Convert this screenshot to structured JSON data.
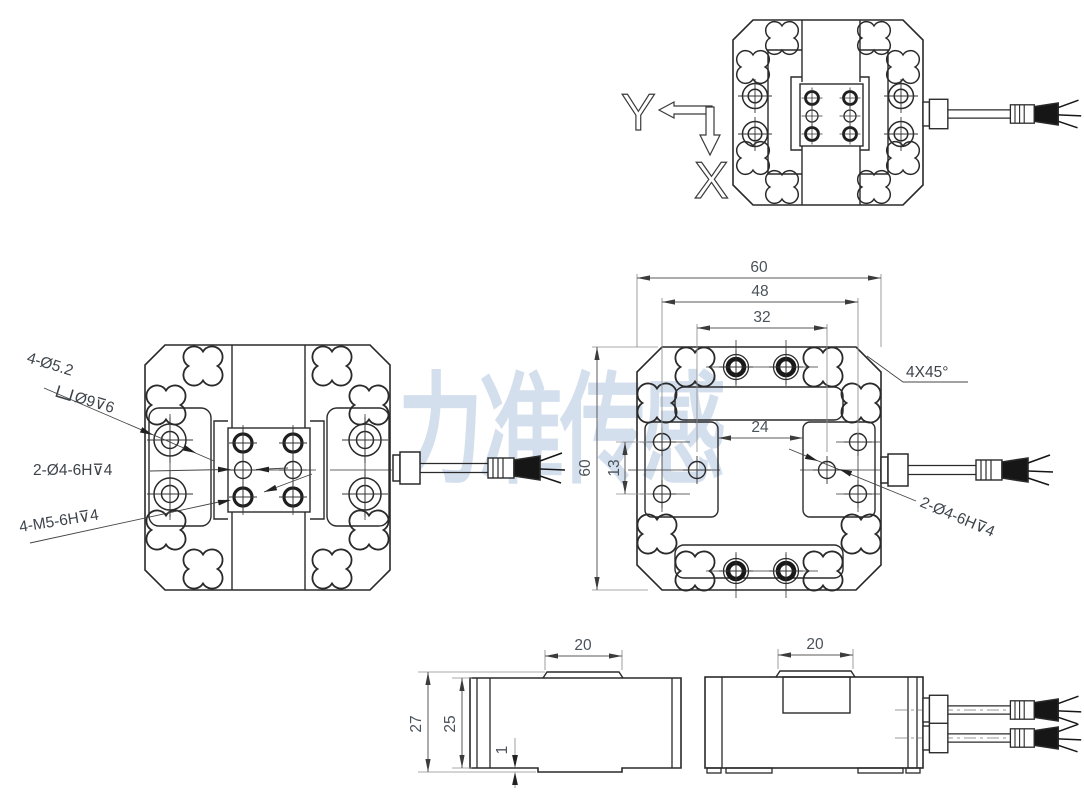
{
  "watermark": {
    "text": "力准传感",
    "color": "#d4dfee"
  },
  "axes": {
    "y": "Y",
    "x": "X"
  },
  "front_view": {
    "callout_cbore_qty": "4-Ø5.2",
    "callout_cbore_detail": "Ø9⊽6",
    "callout_dowel": "2-Ø4-6H⊽4",
    "callout_thread": "4-M5-6H⊽4"
  },
  "back_view": {
    "dim_width_60": "60",
    "dim_48": "48",
    "dim_32": "32",
    "dim_height_60": "60",
    "dim_13": "13",
    "dim_24": "24",
    "callout_chamfer": "4X45°",
    "callout_dowel": "2-Ø4-6H⊽4"
  },
  "side_left": {
    "dim_boss": "20",
    "dim_total": "27",
    "dim_body": "25",
    "dim_step": "1"
  },
  "side_right": {
    "dim_boss": "20"
  }
}
